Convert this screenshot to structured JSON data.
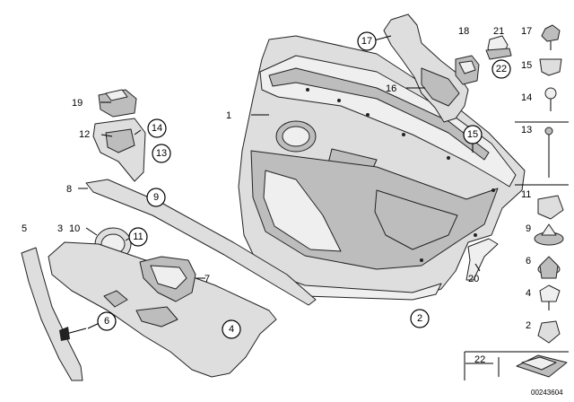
{
  "diagram": {
    "drawing_code": "00243604",
    "labels": [
      {
        "id": "l1",
        "text": "1"
      },
      {
        "id": "l2",
        "text": "2"
      },
      {
        "id": "l3",
        "text": "3"
      },
      {
        "id": "l4",
        "text": "4"
      },
      {
        "id": "l5",
        "text": "5"
      },
      {
        "id": "l6",
        "text": "6"
      },
      {
        "id": "l7",
        "text": "7"
      },
      {
        "id": "l8",
        "text": "8"
      },
      {
        "id": "l9",
        "text": "9"
      },
      {
        "id": "l10",
        "text": "10"
      },
      {
        "id": "l11",
        "text": "11"
      },
      {
        "id": "l12",
        "text": "12"
      },
      {
        "id": "l13",
        "text": "13"
      },
      {
        "id": "l14",
        "text": "14"
      },
      {
        "id": "l15",
        "text": "15"
      },
      {
        "id": "l16",
        "text": "16"
      },
      {
        "id": "l17",
        "text": "17"
      },
      {
        "id": "l18",
        "text": "18"
      },
      {
        "id": "l19",
        "text": "19"
      },
      {
        "id": "l20",
        "text": "20"
      },
      {
        "id": "l21",
        "text": "21"
      },
      {
        "id": "l22",
        "text": "22"
      },
      {
        "id": "r17",
        "text": "17"
      },
      {
        "id": "r15",
        "text": "15"
      },
      {
        "id": "r14",
        "text": "14"
      },
      {
        "id": "r13",
        "text": "13"
      },
      {
        "id": "r11",
        "text": "11"
      },
      {
        "id": "r9",
        "text": "9"
      },
      {
        "id": "r6",
        "text": "6"
      },
      {
        "id": "r4",
        "text": "4"
      },
      {
        "id": "r2",
        "text": "2"
      },
      {
        "id": "r22",
        "text": "22"
      }
    ]
  }
}
